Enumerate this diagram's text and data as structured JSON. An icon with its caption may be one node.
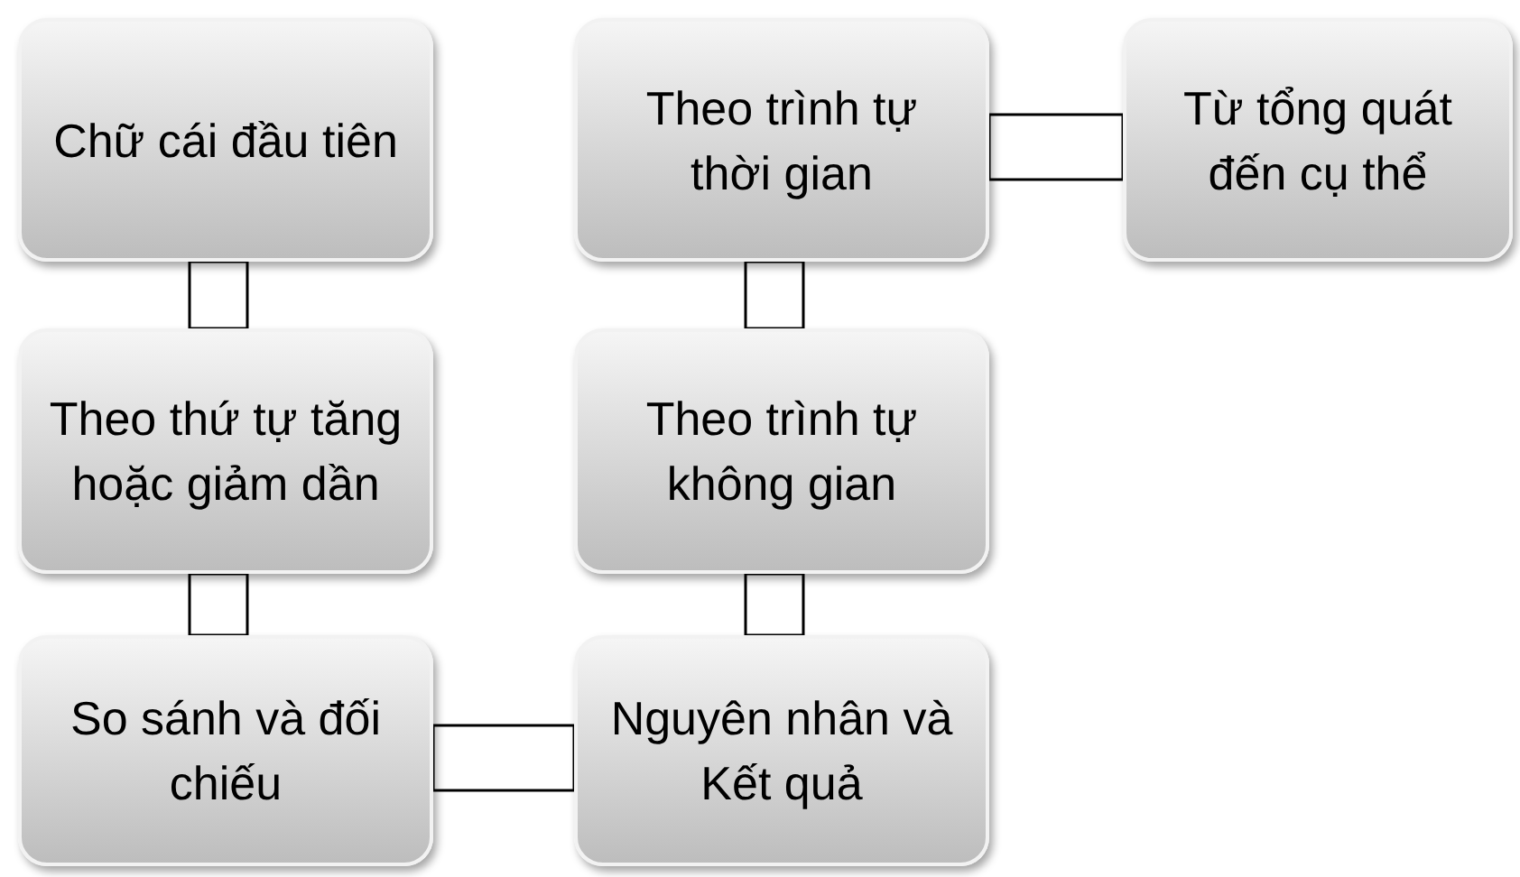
{
  "diagram": {
    "nodes": [
      {
        "text": [
          "Chữ cái đầu tiên"
        ]
      },
      {
        "text": [
          "Theo thứ tự tăng hoặc giảm dần"
        ]
      },
      {
        "text": [
          "So sánh và đối chiếu"
        ]
      },
      {
        "text": [
          "Nguyên nhân và Kết quả"
        ]
      },
      {
        "text": [
          "Theo trình tự không gian"
        ]
      },
      {
        "text": [
          "Theo trình tự thời gian"
        ]
      },
      {
        "text": [
          "Từ tổng quát đến cụ thể"
        ]
      }
    ],
    "edges": [
      {
        "from": 0,
        "to": 1,
        "arrow": "none"
      },
      {
        "from": 1,
        "to": 2,
        "arrow": "none"
      },
      {
        "from": 2,
        "to": 3,
        "arrow": "none"
      },
      {
        "from": 3,
        "to": 4,
        "arrow": "none"
      },
      {
        "from": 4,
        "to": 5,
        "arrow": "none"
      },
      {
        "from": 5,
        "to": 6,
        "arrow": "none"
      }
    ]
  }
}
